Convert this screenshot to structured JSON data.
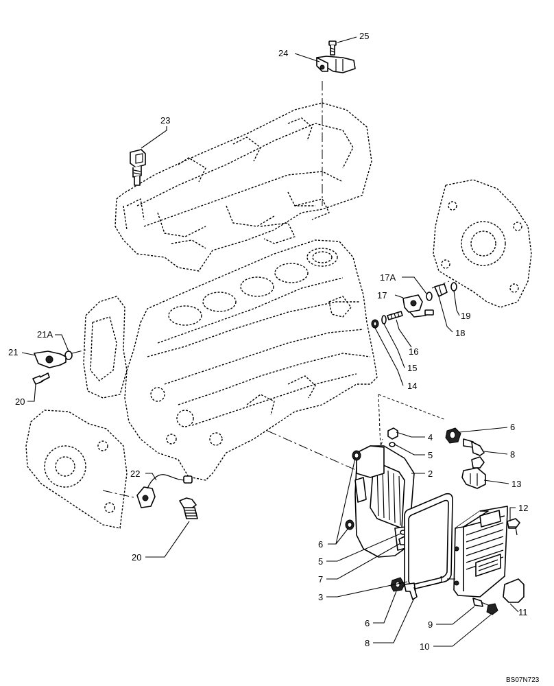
{
  "callouts": [
    {
      "id": "c25",
      "text": "25"
    },
    {
      "id": "c24",
      "text": "24"
    },
    {
      "id": "c23",
      "text": "23"
    },
    {
      "id": "c17a",
      "text": "17A"
    },
    {
      "id": "c17",
      "text": "17"
    },
    {
      "id": "c19",
      "text": "19"
    },
    {
      "id": "c16",
      "text": "16"
    },
    {
      "id": "c18",
      "text": "18"
    },
    {
      "id": "c15",
      "text": "15"
    },
    {
      "id": "c14",
      "text": "14"
    },
    {
      "id": "c21a",
      "text": "21A"
    },
    {
      "id": "c21",
      "text": "21"
    },
    {
      "id": "c20a",
      "text": "20"
    },
    {
      "id": "c6a",
      "text": "6"
    },
    {
      "id": "c4",
      "text": "4"
    },
    {
      "id": "c8a",
      "text": "8"
    },
    {
      "id": "c5a",
      "text": "5"
    },
    {
      "id": "c2",
      "text": "2"
    },
    {
      "id": "c13",
      "text": "13"
    },
    {
      "id": "c22",
      "text": "22"
    },
    {
      "id": "c12",
      "text": "12"
    },
    {
      "id": "c6b",
      "text": "6"
    },
    {
      "id": "c20b",
      "text": "20"
    },
    {
      "id": "c5b",
      "text": "5"
    },
    {
      "id": "c7",
      "text": "7"
    },
    {
      "id": "c1",
      "text": "1"
    },
    {
      "id": "c3",
      "text": "3"
    },
    {
      "id": "c11",
      "text": "11"
    },
    {
      "id": "c6c",
      "text": "6"
    },
    {
      "id": "c9",
      "text": "9"
    },
    {
      "id": "c8b",
      "text": "8"
    },
    {
      "id": "c10",
      "text": "10"
    }
  ],
  "drawing_code": "BS07N723"
}
